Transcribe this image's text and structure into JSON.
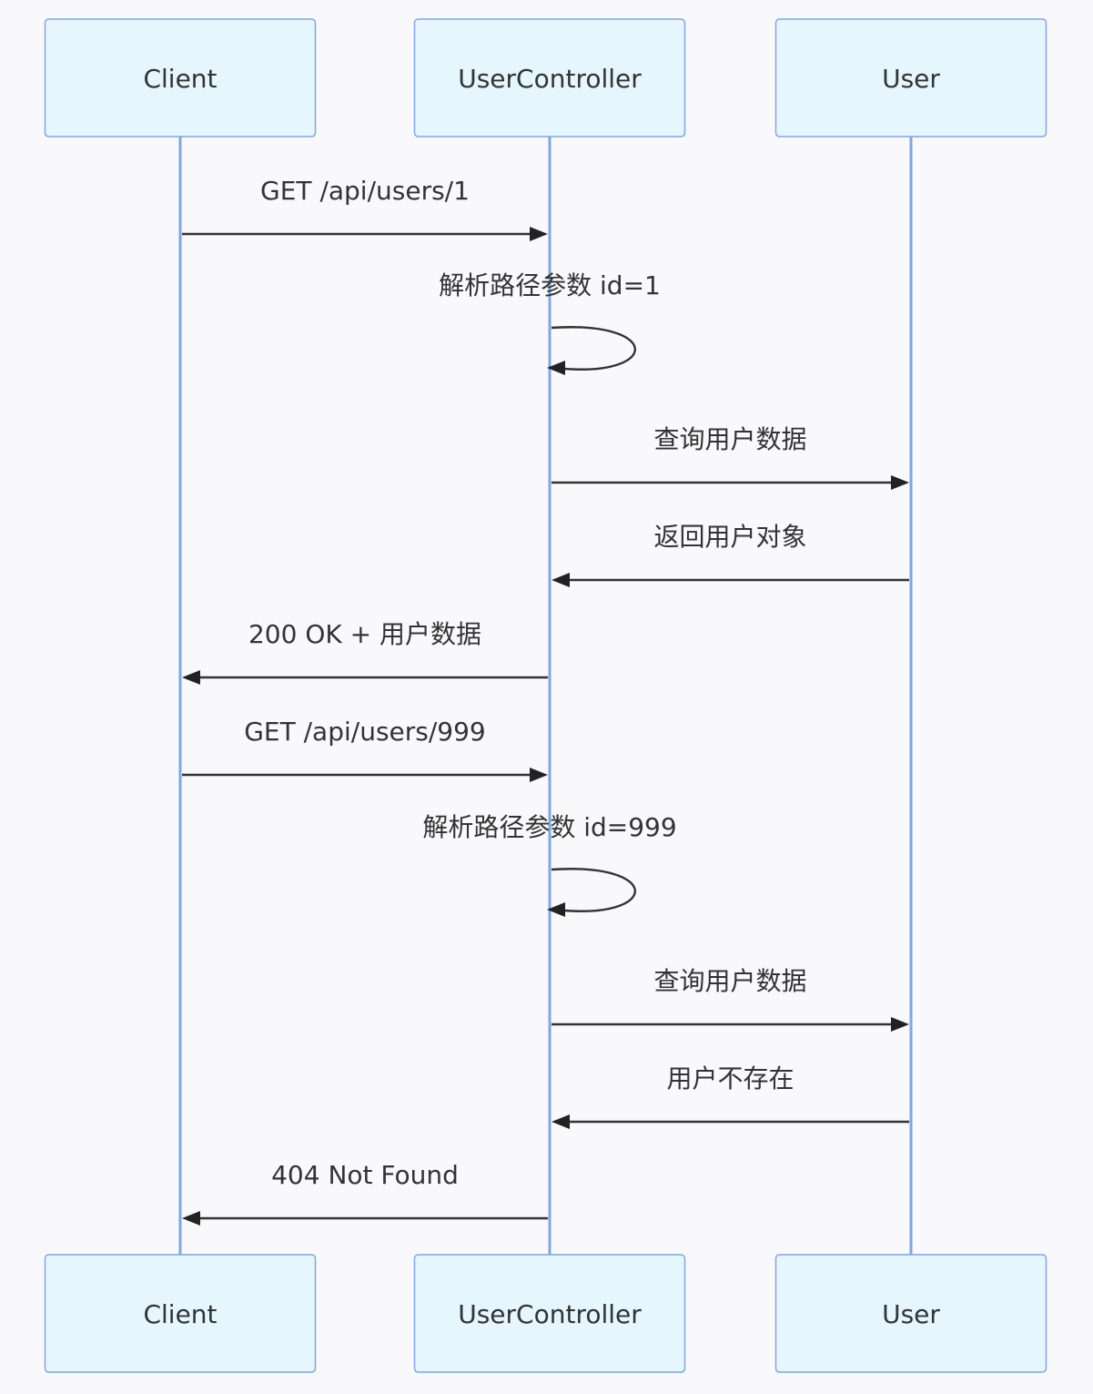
{
  "diagram": {
    "type": "sequence",
    "participants": [
      {
        "id": "client",
        "label": "Client"
      },
      {
        "id": "controller",
        "label": "UserController"
      },
      {
        "id": "user",
        "label": "User"
      }
    ],
    "messages": [
      {
        "from": "client",
        "to": "controller",
        "label": "GET /api/users/1"
      },
      {
        "from": "controller",
        "to": "controller",
        "label": "解析路径参数 id=1"
      },
      {
        "from": "controller",
        "to": "user",
        "label": "查询用户数据"
      },
      {
        "from": "user",
        "to": "controller",
        "label": "返回用户对象"
      },
      {
        "from": "controller",
        "to": "client",
        "label": "200 OK + 用户数据"
      },
      {
        "from": "client",
        "to": "controller",
        "label": "GET /api/users/999"
      },
      {
        "from": "controller",
        "to": "controller",
        "label": "解析路径参数 id=999"
      },
      {
        "from": "controller",
        "to": "user",
        "label": "查询用户数据"
      },
      {
        "from": "user",
        "to": "controller",
        "label": "用户不存在"
      },
      {
        "from": "controller",
        "to": "client",
        "label": "404 Not Found"
      }
    ]
  },
  "colors": {
    "actor_fill": "#e6f6fe",
    "actor_stroke": "#7ea6e6",
    "lifeline": "#7ea6e6",
    "message": "#333333",
    "background": "#f9f9fb"
  }
}
